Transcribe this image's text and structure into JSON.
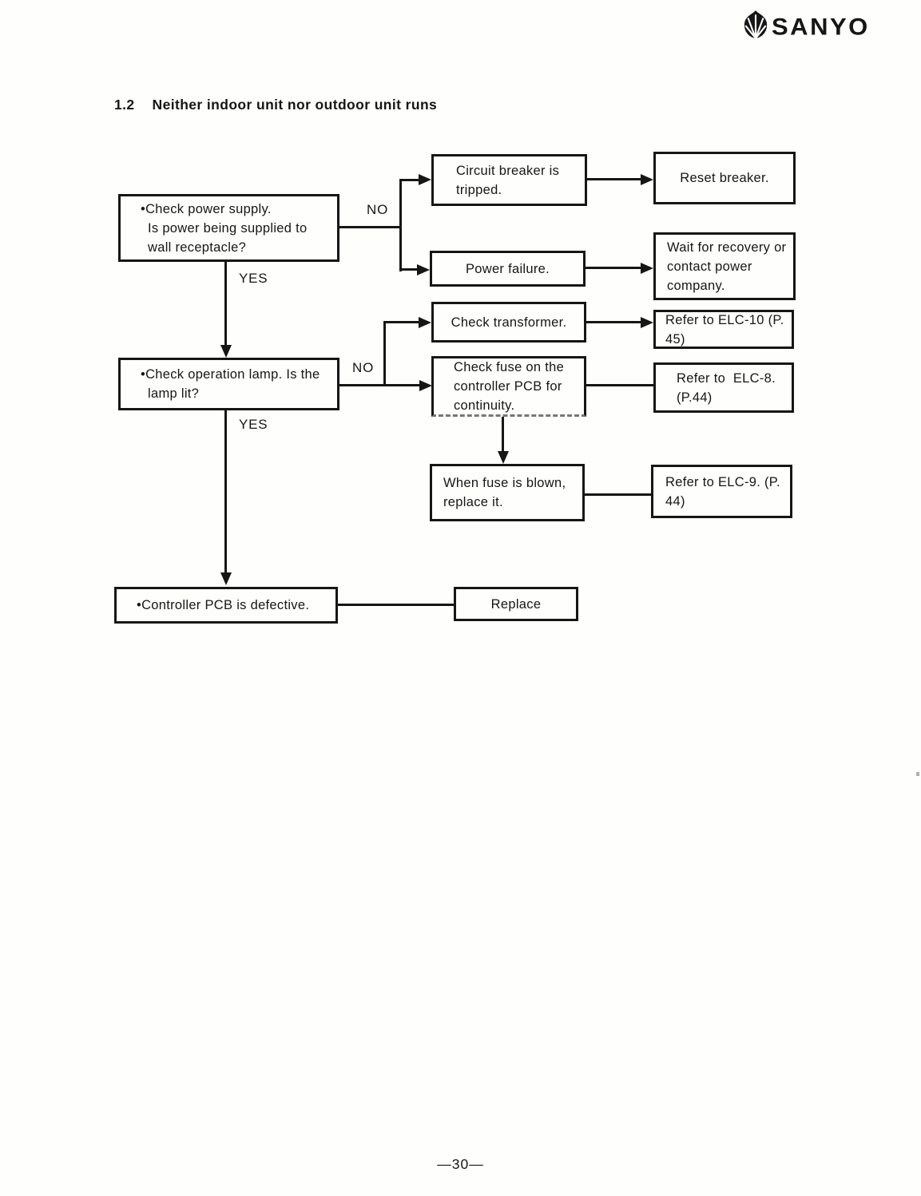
{
  "page": {
    "brand": "SANYO",
    "section_number": "1.2",
    "section_title": "Neither indoor unit nor outdoor unit runs",
    "page_number": "—30—"
  },
  "flowchart": {
    "labels": {
      "no_power": "NO",
      "yes_power": "YES",
      "no_lamp": "NO",
      "yes_lamp": "YES"
    },
    "boxes": {
      "power_supply": "•Check power supply.\nIs power being supplied to\nwall receptacle?",
      "circuit_breaker": "Circuit breaker is\ntripped.",
      "reset_breaker": "Reset breaker.",
      "power_failure": "Power failure.",
      "wait_recovery": "Wait for recovery or\ncontact power\ncompany.",
      "check_transformer": "Check transformer.",
      "refer_elc10": "Refer to ELC-10 (P.\n45)",
      "operation_lamp": "•Check operation lamp. Is the\nlamp lit?",
      "check_fuse": "Check fuse on the\ncontroller PCB for\ncontinuity.",
      "refer_elc8": "Refer to  ELC-8.\n(P.44)",
      "when_fuse_blown": "When fuse is blown,\nreplace it.",
      "refer_elc9": "Refer to ELC-9. (P.\n44)",
      "controller_pcb": "•Controller PCB is defective.",
      "replace": "Replace"
    }
  }
}
